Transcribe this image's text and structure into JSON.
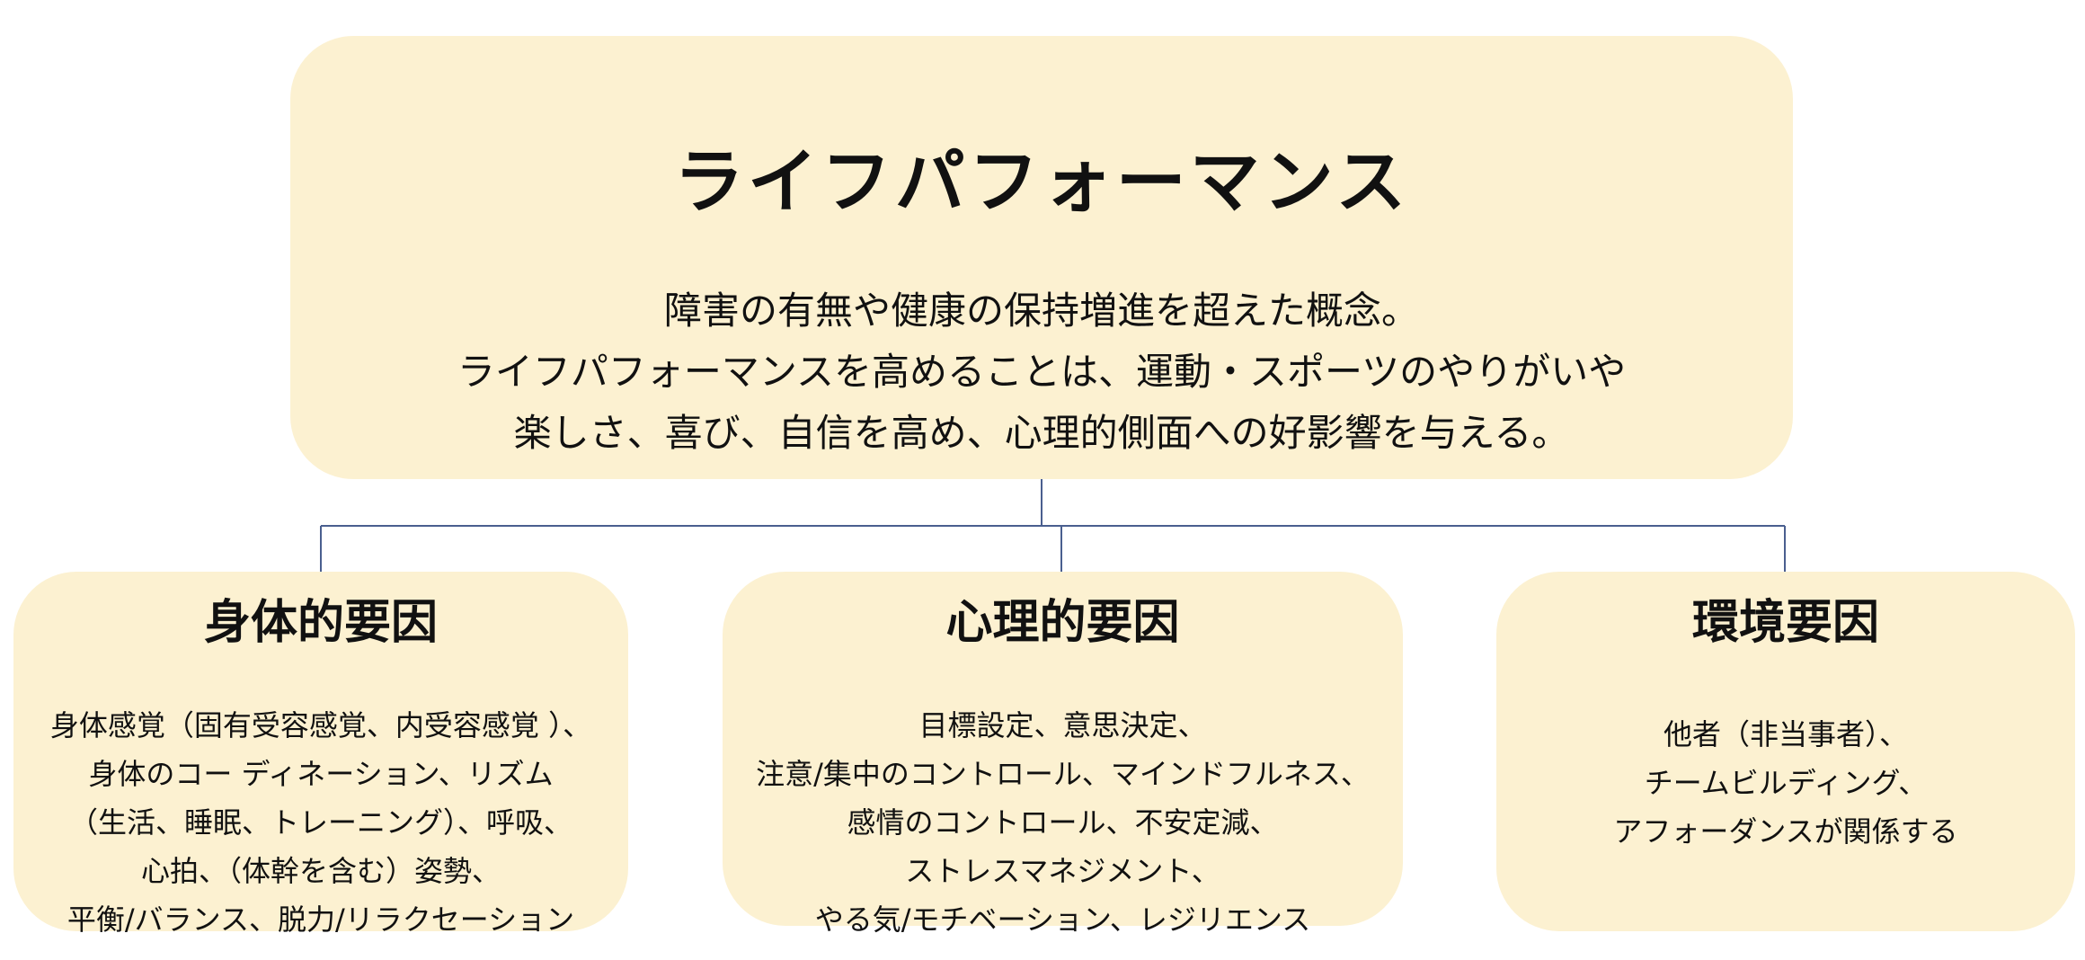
{
  "root": {
    "title": "ライフパフォーマンス",
    "description": [
      "障害の有無や健康の保持増進を超えた概念。",
      "ライフパフォーマンスを高めることは、運動・スポーツのやりがいや",
      "楽しさ、喜び、自信を高め、心理的側面への好影響を与える。"
    ]
  },
  "factors": [
    {
      "title": "身体的要因",
      "lines": [
        "身体感覚（固有受容感覚、内受容感覚 ）、",
        "身体のコー ディネーション、リズム",
        "（生活、睡眠、トレーニング）、呼吸、",
        "心拍、（体幹を含む）姿勢、",
        "平衡/バランス、脱力/リラクセーション"
      ]
    },
    {
      "title": "心理的要因",
      "lines": [
        "目標設定、意思決定、",
        "注意/集中のコントロール、マインドフルネス、",
        "感情のコントロール、不安定減、",
        "ストレスマネジメント、",
        "やる気/モチベーション、レジリエンス"
      ]
    },
    {
      "title": "環境要因",
      "lines": [
        "他者（非当事者）、",
        "チームビルディング、",
        "アフォーダンスが関係する"
      ]
    }
  ],
  "colors": {
    "box": "#fcf1d1",
    "connector": "#4a5f8f"
  }
}
